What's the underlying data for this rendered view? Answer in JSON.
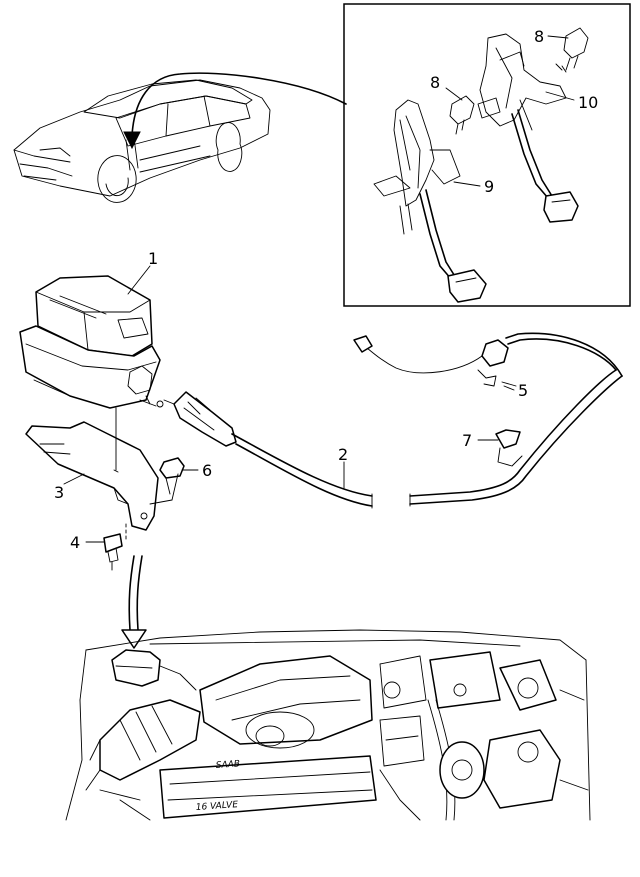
{
  "callouts": [
    {
      "id": "1",
      "text": "1"
    },
    {
      "id": "2",
      "text": "2"
    },
    {
      "id": "3",
      "text": "3"
    },
    {
      "id": "4",
      "text": "4"
    },
    {
      "id": "5",
      "text": "5"
    },
    {
      "id": "6",
      "text": "6"
    },
    {
      "id": "7",
      "text": "7"
    },
    {
      "id": "8a",
      "text": "8"
    },
    {
      "id": "8b",
      "text": "8"
    },
    {
      "id": "9",
      "text": "9"
    },
    {
      "id": "10",
      "text": "10"
    }
  ],
  "engine": {
    "cover_text": "SAAB",
    "valve_text": "16 VALVE"
  }
}
